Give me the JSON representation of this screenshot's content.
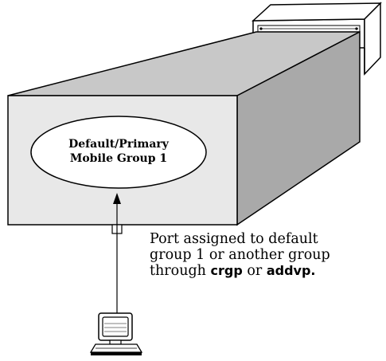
{
  "oval": {
    "line1": "Default/Primary",
    "line2": "Mobile Group 1"
  },
  "caption": {
    "line1": "Port assigned to default",
    "line2": "group 1 or another group",
    "line3_prefix": "through ",
    "cmd1": "crgp",
    "line3_mid": " or ",
    "cmd2": "addvp."
  },
  "icons": {
    "switch": "network-switch-icon",
    "port": "port-icon",
    "workstation": "computer-workstation-icon",
    "arrow": "arrow-up-icon"
  },
  "colors": {
    "box_fill": "#e8e8e8",
    "outline": "#000000",
    "oval_fill": "#ffffff"
  }
}
